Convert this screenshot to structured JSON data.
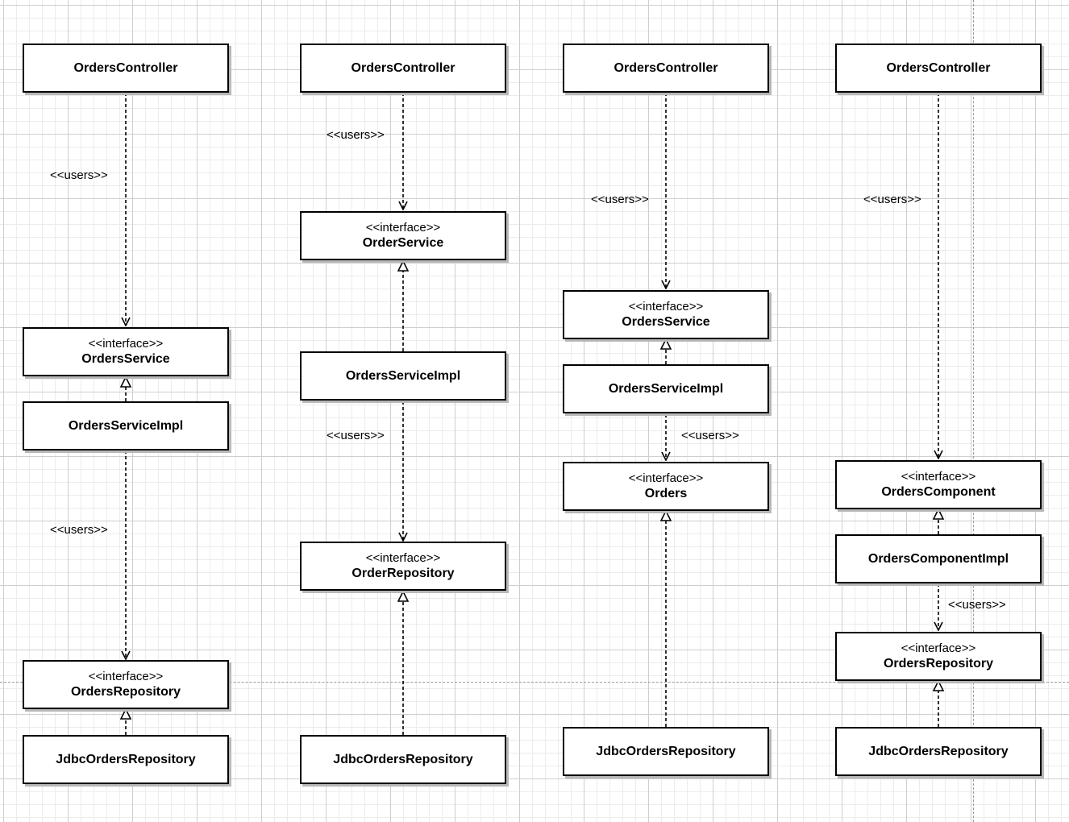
{
  "stereotypes": {
    "interface": "<<interface>>",
    "uses": "<<users>>"
  },
  "columns": [
    {
      "controller": "OrdersController",
      "service_interface": "OrdersService",
      "service_impl": "OrdersServiceImpl",
      "repository_interface": "OrdersRepository",
      "repository_impl": "JdbcOrdersRepository"
    },
    {
      "controller": "OrdersController",
      "service_interface": "OrderService",
      "service_impl": "OrdersServiceImpl",
      "repository_interface": "OrderRepository",
      "repository_impl": "JdbcOrdersRepository"
    },
    {
      "controller": "OrdersController",
      "service_interface": "OrdersService",
      "service_impl": "OrdersServiceImpl",
      "repository_interface": "Orders",
      "repository_impl": "JdbcOrdersRepository"
    },
    {
      "controller": "OrdersController",
      "component_interface": "OrdersComponent",
      "component_impl": "OrdersComponentImpl",
      "repository_interface": "OrdersRepository",
      "repository_impl": "JdbcOrdersRepository"
    }
  ]
}
